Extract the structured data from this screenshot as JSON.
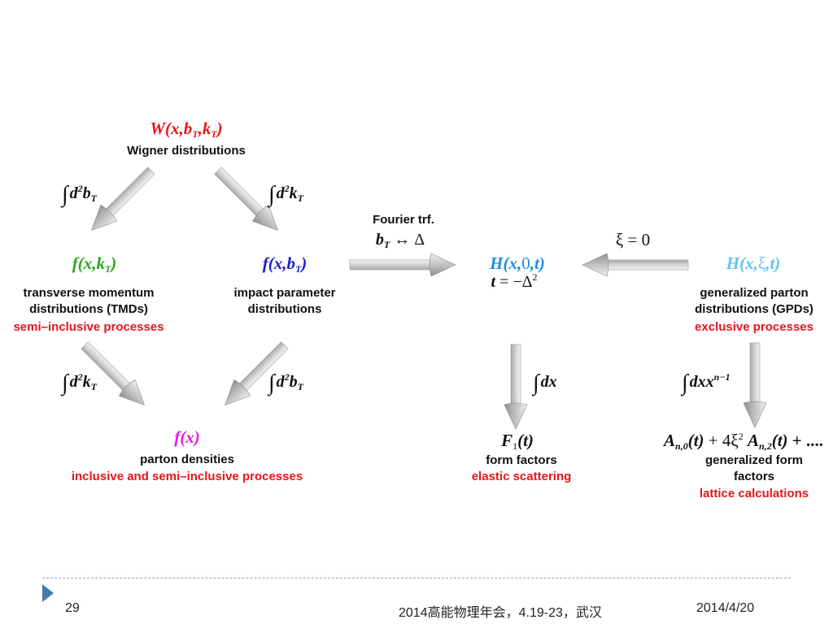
{
  "wigner": {
    "formula": "W(x,b_T,k_T)",
    "label": "Wigner distributions",
    "color": "#e8141a"
  },
  "tmd": {
    "formula": "f(x,k_T)",
    "label1": "transverse momentum",
    "label2": "distributions (TMDs)",
    "process": "semi–inclusive processes",
    "color": "#27a81c"
  },
  "ipd": {
    "formula": "f(x,b_T)",
    "label1": "impact parameter",
    "label2": "distributions",
    "color": "#1b1bd4"
  },
  "pdf": {
    "formula": "f(x)",
    "label": "parton densities",
    "process": "inclusive and semi–inclusive processes",
    "color": "#e31ae0"
  },
  "fourier": {
    "label": "Fourier trf.",
    "relation": "b_T ↔ Δ"
  },
  "h0": {
    "formula": "H(x,0,t)",
    "relation": "t = −Δ²",
    "color": "#1a8fe0"
  },
  "gpd": {
    "formula": "H(x,ξ,t)",
    "xi_condition": "ξ = 0",
    "label1": "generalized parton",
    "label2": "distributions (GPDs)",
    "process": "exclusive processes",
    "color": "#5fc4ee"
  },
  "ff": {
    "formula": "F₁(t)",
    "label": "form factors",
    "process": "elastic scattering"
  },
  "gff": {
    "formula": "A_{n,0}(t) + 4ξ² A_{n,2}(t) + ....",
    "label1": "generalized form",
    "label2": "factors",
    "process": "lattice calculations"
  },
  "integrals": {
    "d2bT": "∫ d²b_T",
    "d2kT": "∫ d²k_T",
    "dx": "∫ dx",
    "dxxn": "∫ dx x^{n−1}"
  },
  "footer": {
    "page_number": "29",
    "event": "2014高能物理年会，4.19-23，武汉",
    "date": "2014/4/20"
  }
}
